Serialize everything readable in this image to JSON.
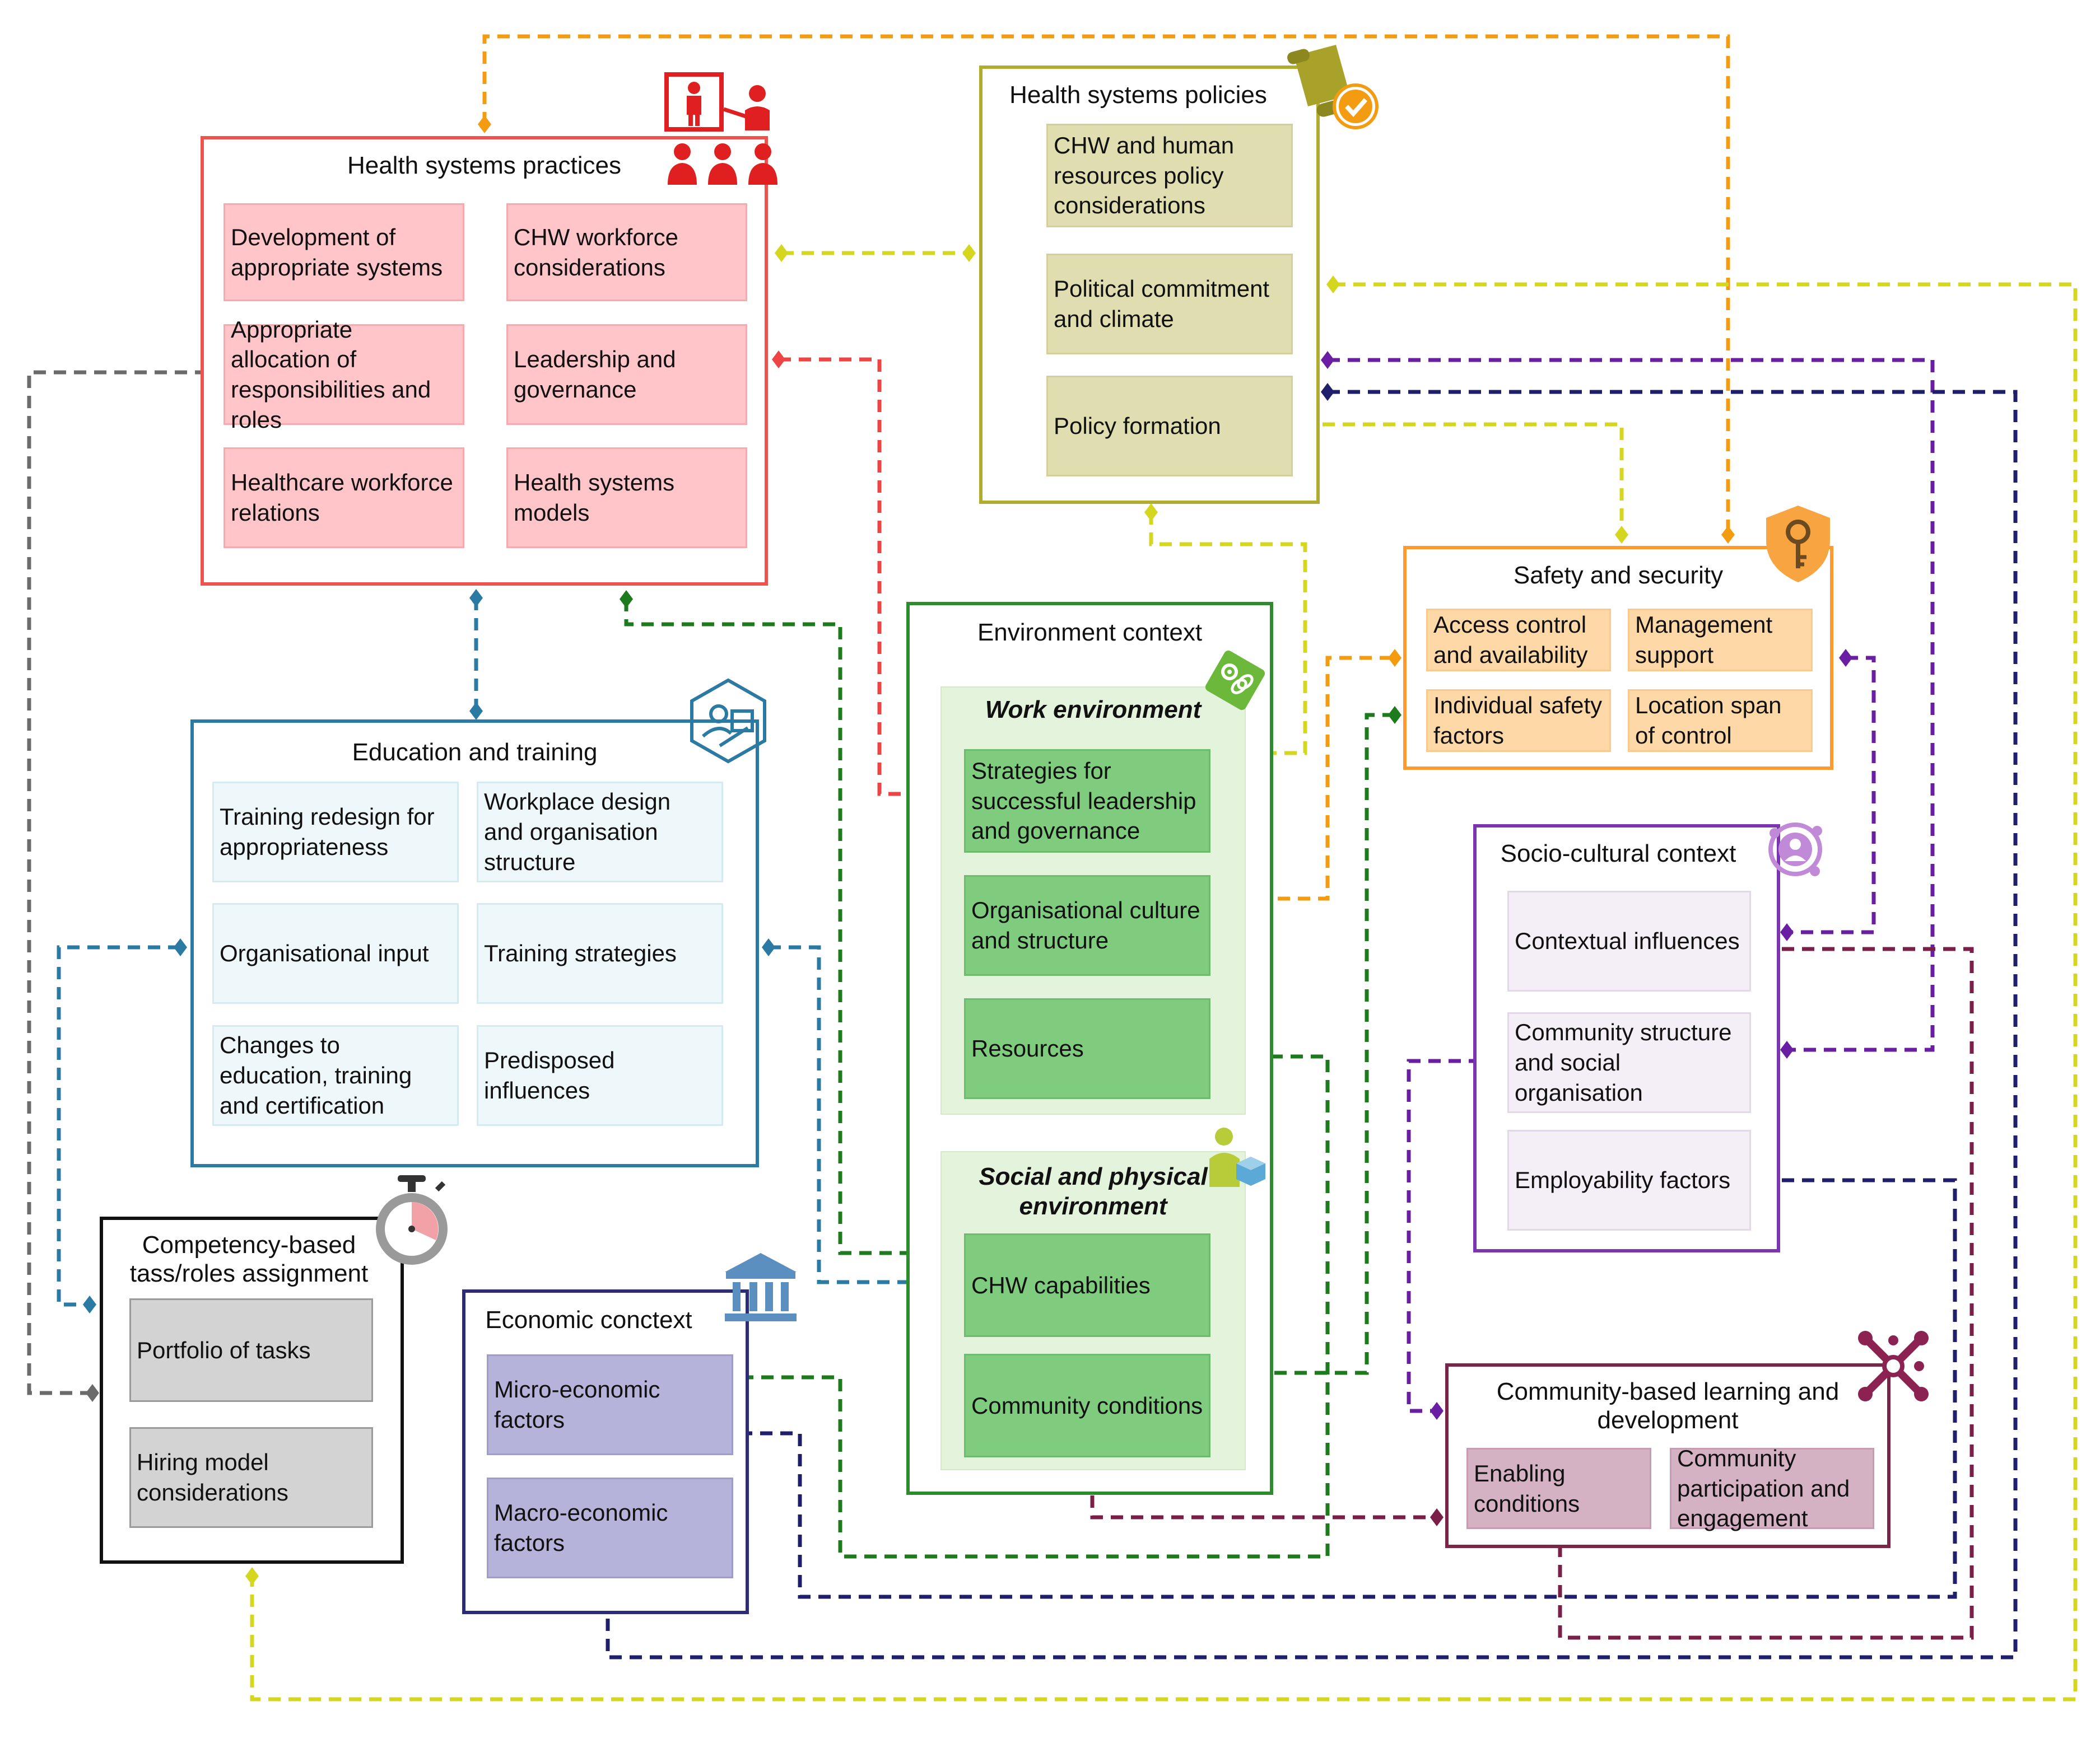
{
  "groups": {
    "practices": {
      "title": "Health systems practices",
      "items": [
        "Development of appropriate systems",
        "CHW workforce considerations",
        "Appropriate allocation of responsibilities and roles",
        "Leadership and governance",
        "Healthcare workforce relations",
        "Health systems models"
      ]
    },
    "policies": {
      "title": "Health systems policies",
      "items": [
        "CHW and human resources policy considerations",
        "Political commitment and climate",
        "Policy formation"
      ]
    },
    "education": {
      "title": "Education and training",
      "items": [
        "Training redesign for appropriateness",
        "Workplace design and organisation structure",
        "Organisational input",
        "Training strategies",
        "Changes to education, training and certification",
        "Predisposed influences"
      ]
    },
    "environment": {
      "title": "Environment context",
      "work_title": "Work environment",
      "work_items": [
        "Strategies for successful leadership and governance",
        "Organisational culture and structure",
        "Resources"
      ],
      "social_title": "Social and physical environment",
      "social_items": [
        "CHW capabilities",
        "Community conditions"
      ]
    },
    "safety": {
      "title": "Safety and security",
      "items": [
        "Access  control and availability",
        "Management support",
        "Individual safety factors",
        "Location span of control"
      ]
    },
    "sociocultural": {
      "title": "Socio-cultural context",
      "items": [
        "Contextual influences",
        "Community structure and social organisation",
        "Employability factors"
      ]
    },
    "competency": {
      "title": "Competency-based tass/roles assignment",
      "items": [
        "Portfolio of tasks",
        "Hiring model considerations"
      ]
    },
    "economic": {
      "title": "Economic conctext",
      "items": [
        "Micro-economic factors",
        "Macro-economic factors"
      ]
    },
    "community": {
      "title": "Community-based learning and development",
      "items": [
        "Enabling conditions",
        "Community participation and engagement"
      ]
    }
  },
  "colors": {
    "practices": "#ef5350",
    "practices_fill": "#ffc5c8",
    "policies": "#b0ac2e",
    "policies_fill": "#e0ddb0",
    "education": "#2a7aa4",
    "education_fill": "#eef7fa",
    "environment": "#2e8b2e",
    "environment_fill": "#7fcc7f",
    "safety": "#ff9a2e",
    "safety_fill": "#ffd8a8",
    "sociocultural": "#7b35b0",
    "sociocultural_fill": "#f4eef6",
    "competency": "#111111",
    "competency_fill": "#d3d3d3",
    "economic": "#2c2c7a",
    "economic_fill": "#b5b3d9",
    "community": "#7a2447",
    "community_fill": "#d4b2c4",
    "link_orange": "#f39c12",
    "link_yellow": "#d4d620",
    "link_red": "#ef4444",
    "link_gray": "#6b6b6b",
    "link_blue": "#2a7aa4",
    "link_green": "#1d7a1d",
    "link_purple": "#6a1fa3",
    "link_navy": "#1f1f6b",
    "link_maroon": "#7a1f47"
  },
  "icons": [
    "presentation-people-icon",
    "scroll-check-icon",
    "gear-link-icon",
    "shield-key-icon",
    "education-hands-icon",
    "person-cube-icon",
    "social-circle-icon",
    "stopwatch-icon",
    "bank-icon",
    "network-cross-icon"
  ]
}
